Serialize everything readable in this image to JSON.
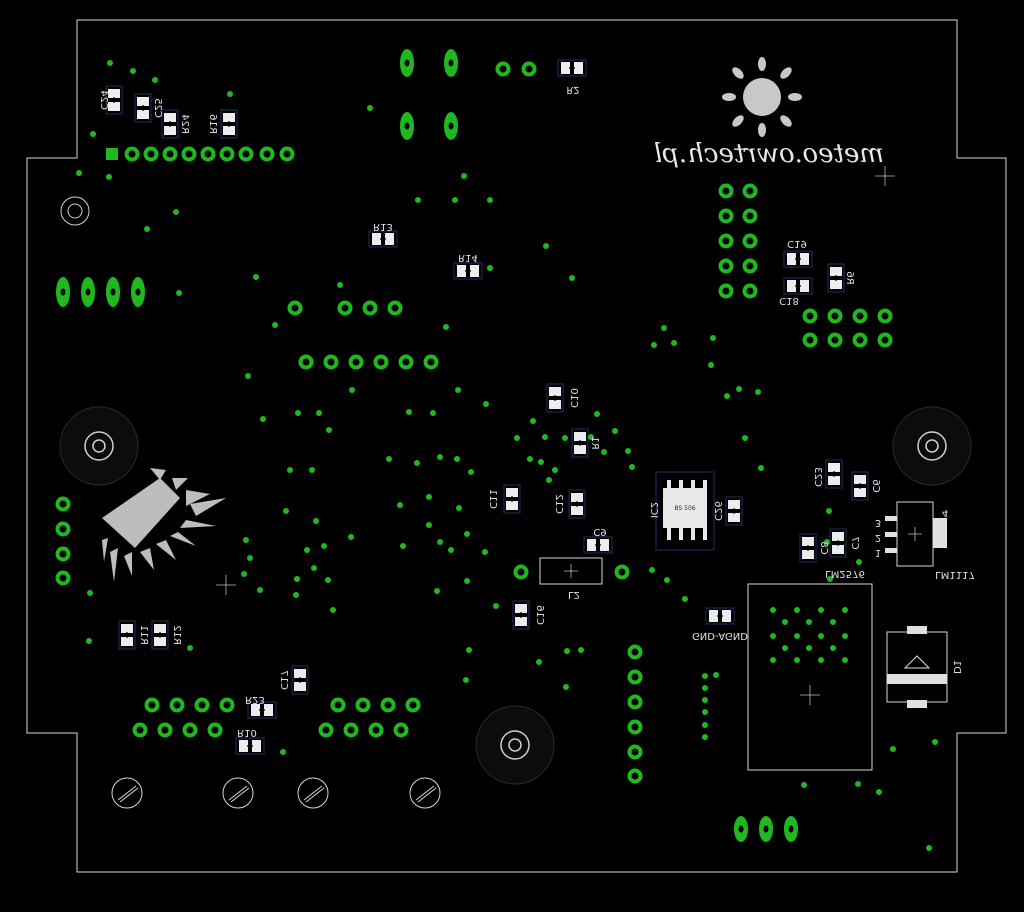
{
  "title": "",
  "colors": {
    "background": "#000000",
    "silkscreen": "#d8d8d8",
    "copper": "#1fb81f",
    "outline": "#c8c8c8"
  },
  "brand": {
    "text": "meteo.owrtech.pl",
    "icon": "sun-icon"
  },
  "labels": {
    "C24": "C24",
    "C25": "C25",
    "R24": "R24",
    "R16": "R16",
    "R13": "R13",
    "R14": "R14",
    "R2": "R2",
    "C19": "C19",
    "C18": "C18",
    "R6": "R6",
    "C10": "C10",
    "R1": "R1",
    "C11": "C11",
    "C12": "C12",
    "C9": "C9",
    "IC2": "IC2",
    "C26": "C26",
    "L2": "L2",
    "C16": "C16",
    "C23": "C23",
    "C6": "C6",
    "C8": "C8",
    "C7": "C7",
    "R11": "R11",
    "R12": "R12",
    "C17": "C17",
    "R23": "R23",
    "R10": "R10",
    "GND_AGND": "GND-AGND",
    "LM2576": "LM2576",
    "LM1117": "LM1117",
    "D1": "D1",
    "pin4": "4",
    "pin3a": "3",
    "pin2": "2",
    "pin1": "1",
    "ic_marking": "BS 506"
  }
}
